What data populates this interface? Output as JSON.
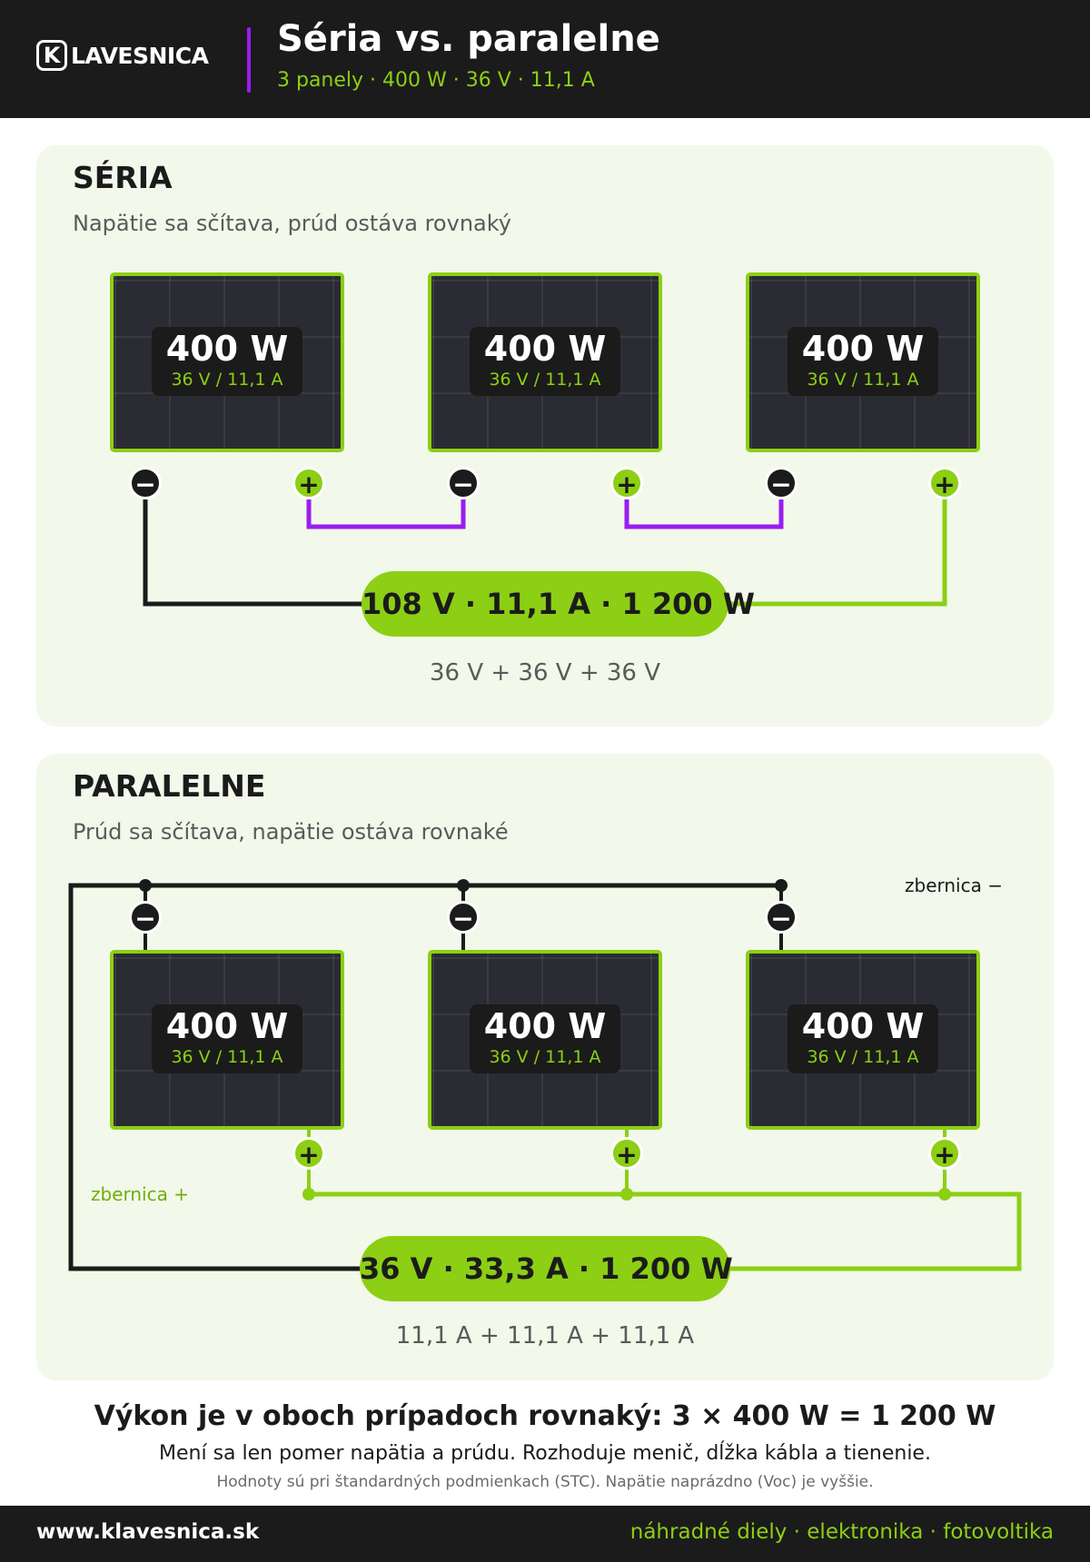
{
  "header": {
    "logo_letter": "K",
    "logo_text": "LAVESNICA",
    "title": "Séria vs. paralelne",
    "subtitle": "3 panely · 400 W · 36 V · 11,1 A"
  },
  "series_section": {
    "title": "SÉRIA",
    "subtitle": "Napätie sa sčítava, prúd ostáva rovnaký",
    "panels": [
      {
        "watt": "400 W",
        "spec": "36 V / 11,1 A"
      },
      {
        "watt": "400 W",
        "spec": "36 V / 11,1 A"
      },
      {
        "watt": "400 W",
        "spec": "36 V / 11,1 A"
      }
    ],
    "result": "108 V · 11,1 A · 1 200 W",
    "formula": "36 V + 36 V + 36 V"
  },
  "parallel_section": {
    "title": "PARALELNE",
    "subtitle": "Prúd sa sčítava, napätie ostáva rovnaké",
    "panels": [
      {
        "watt": "400 W",
        "spec": "36 V / 11,1 A"
      },
      {
        "watt": "400 W",
        "spec": "36 V / 11,1 A"
      },
      {
        "watt": "400 W",
        "spec": "36 V / 11,1 A"
      }
    ],
    "bus_negative_label": "zbernica −",
    "bus_positive_label": "zbernica +",
    "result": "36 V · 33,3 A · 1 200 W",
    "formula": "11,1 A + 11,1 A + 11,1 A"
  },
  "terminals": {
    "negative": "−",
    "positive": "+"
  },
  "summary": {
    "title": "Výkon je v oboch prípadoch rovnaký: 3 × 400 W = 1 200 W",
    "subtitle": "Mení sa len pomer napätia a prúdu. Rozhoduje menič, dĺžka kábla a tienenie.",
    "note": "Hodnoty sú pri štandardných podmienkach (STC). Napätie naprázdno (Voc) je vyššie."
  },
  "footer": {
    "url": "www.klavesnica.sk",
    "tagline": "náhradné diely · elektronika · fotovoltika"
  },
  "colors": {
    "accent_green": "#8ccf14",
    "accent_purple": "#9b1cf0",
    "dark": "#1b1b1b",
    "card_bg": "#f2f8ea"
  }
}
